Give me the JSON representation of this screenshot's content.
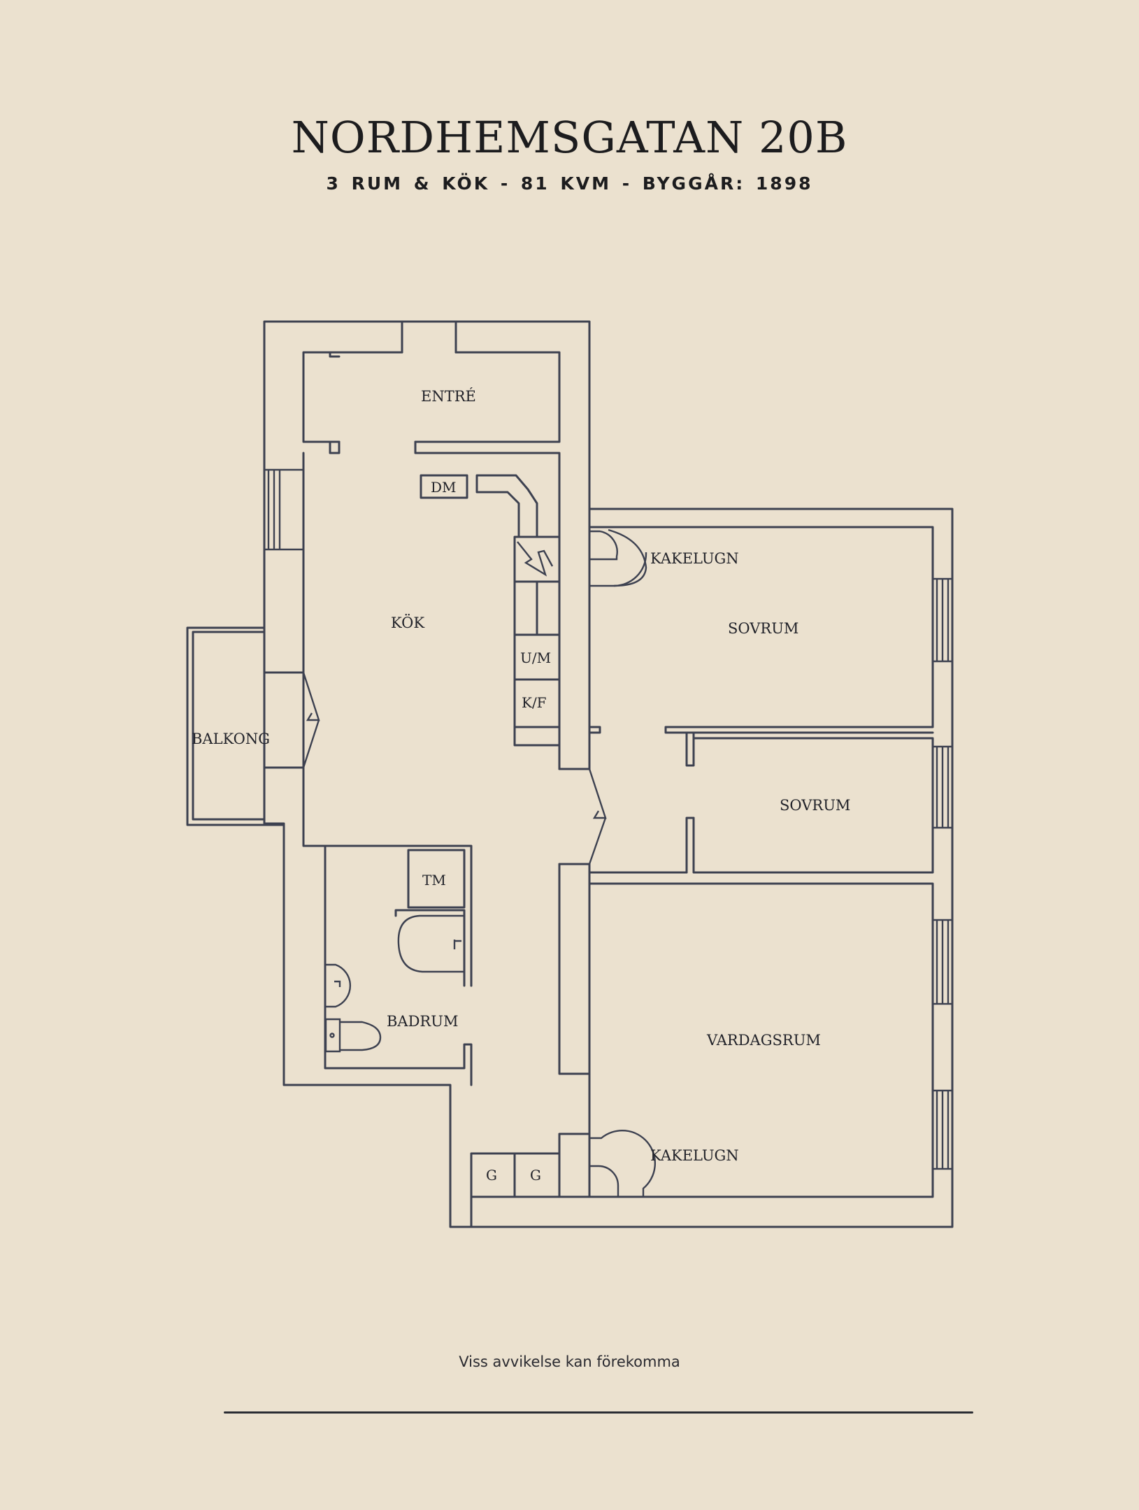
{
  "header": {
    "title": "NORDHEMSGATAN 20B",
    "subtitle": "3 RUM & KÖK  -  81 KVM  -  BYGGÅR: 1898"
  },
  "rooms": {
    "entre": "ENTRÉ",
    "kok": "KÖK",
    "balkong": "BALKONG",
    "sovrum_1": "SOVRUM",
    "sovrum_2": "SOVRUM",
    "vardagsrum": "VARDAGSRUM",
    "badrum": "BADRUM",
    "kakelugn_1": "KAKELUGN",
    "kakelugn_2": "KAKELUGN"
  },
  "fixtures": {
    "dm": "DM",
    "um": "U/M",
    "kf": "K/F",
    "tm": "TM",
    "g1": "G",
    "g2": "G"
  },
  "footer": {
    "disclaimer": "Viss avvikelse kan förekomma"
  },
  "colors": {
    "background": "#ebe1cf",
    "line": "#3d4150",
    "text": "#1f2024"
  }
}
